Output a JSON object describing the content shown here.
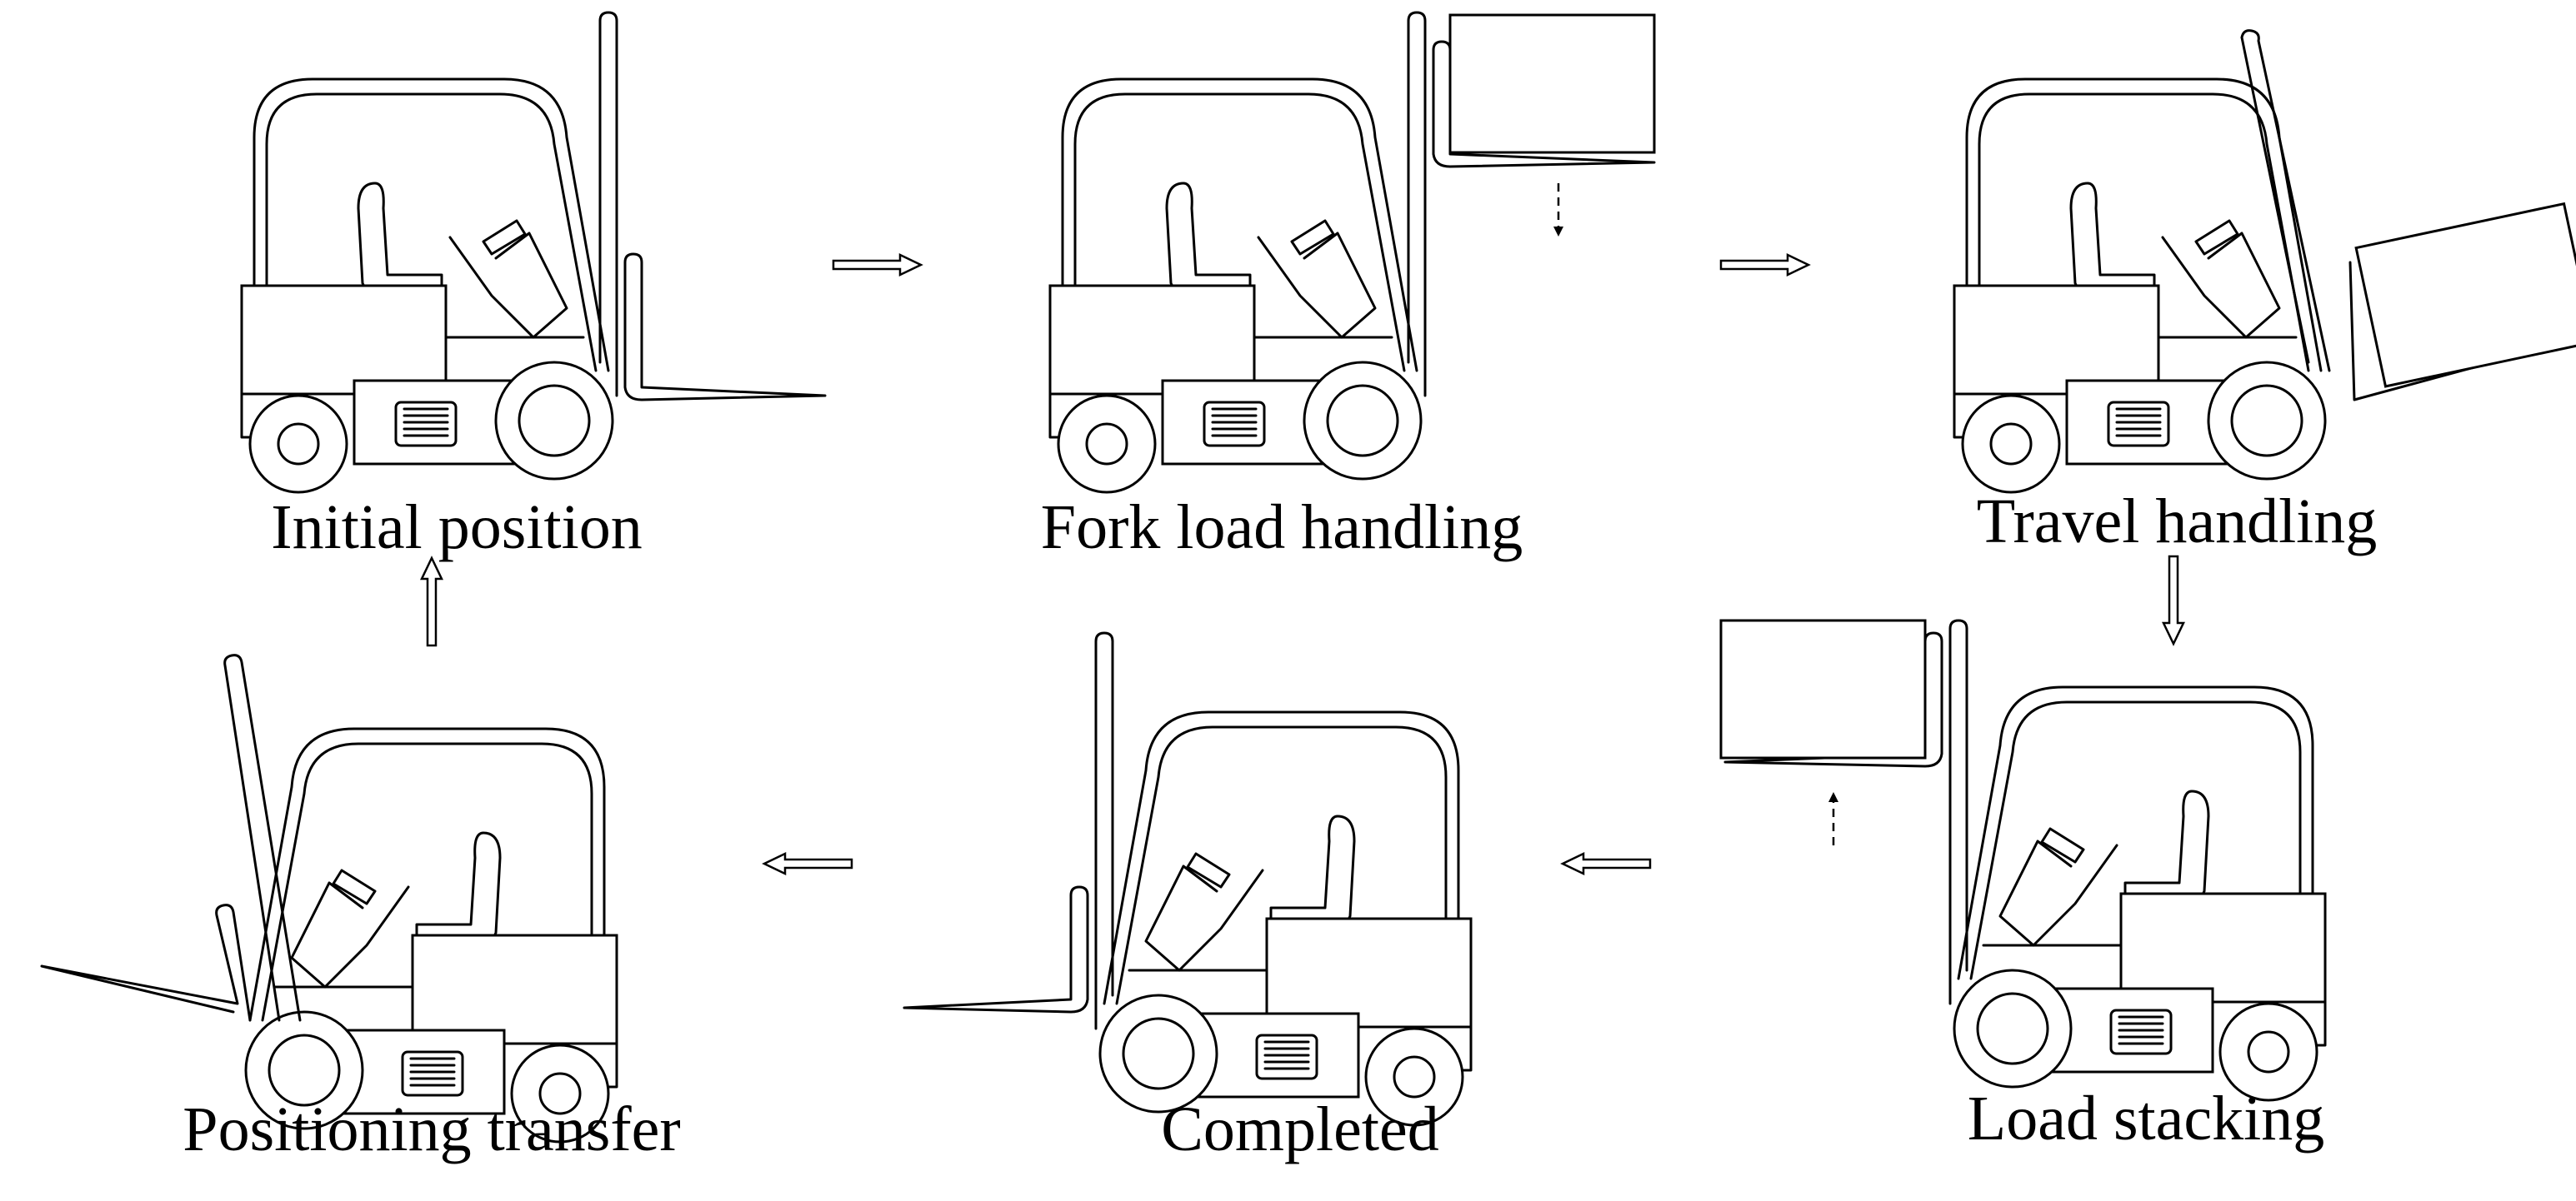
{
  "stages": [
    {
      "label": "Initial position"
    },
    {
      "label": "Fork load handling"
    },
    {
      "label": "Travel handling"
    },
    {
      "label": "Load stacking"
    },
    {
      "label": "Completed"
    },
    {
      "label": "Positioning transfer"
    }
  ],
  "colors": {
    "line": "#000000",
    "background": "#ffffff"
  },
  "icons": [
    "forklift-icon",
    "cargo-box-icon",
    "flow-arrow-icon",
    "dashed-motion-arrow-icon"
  ]
}
